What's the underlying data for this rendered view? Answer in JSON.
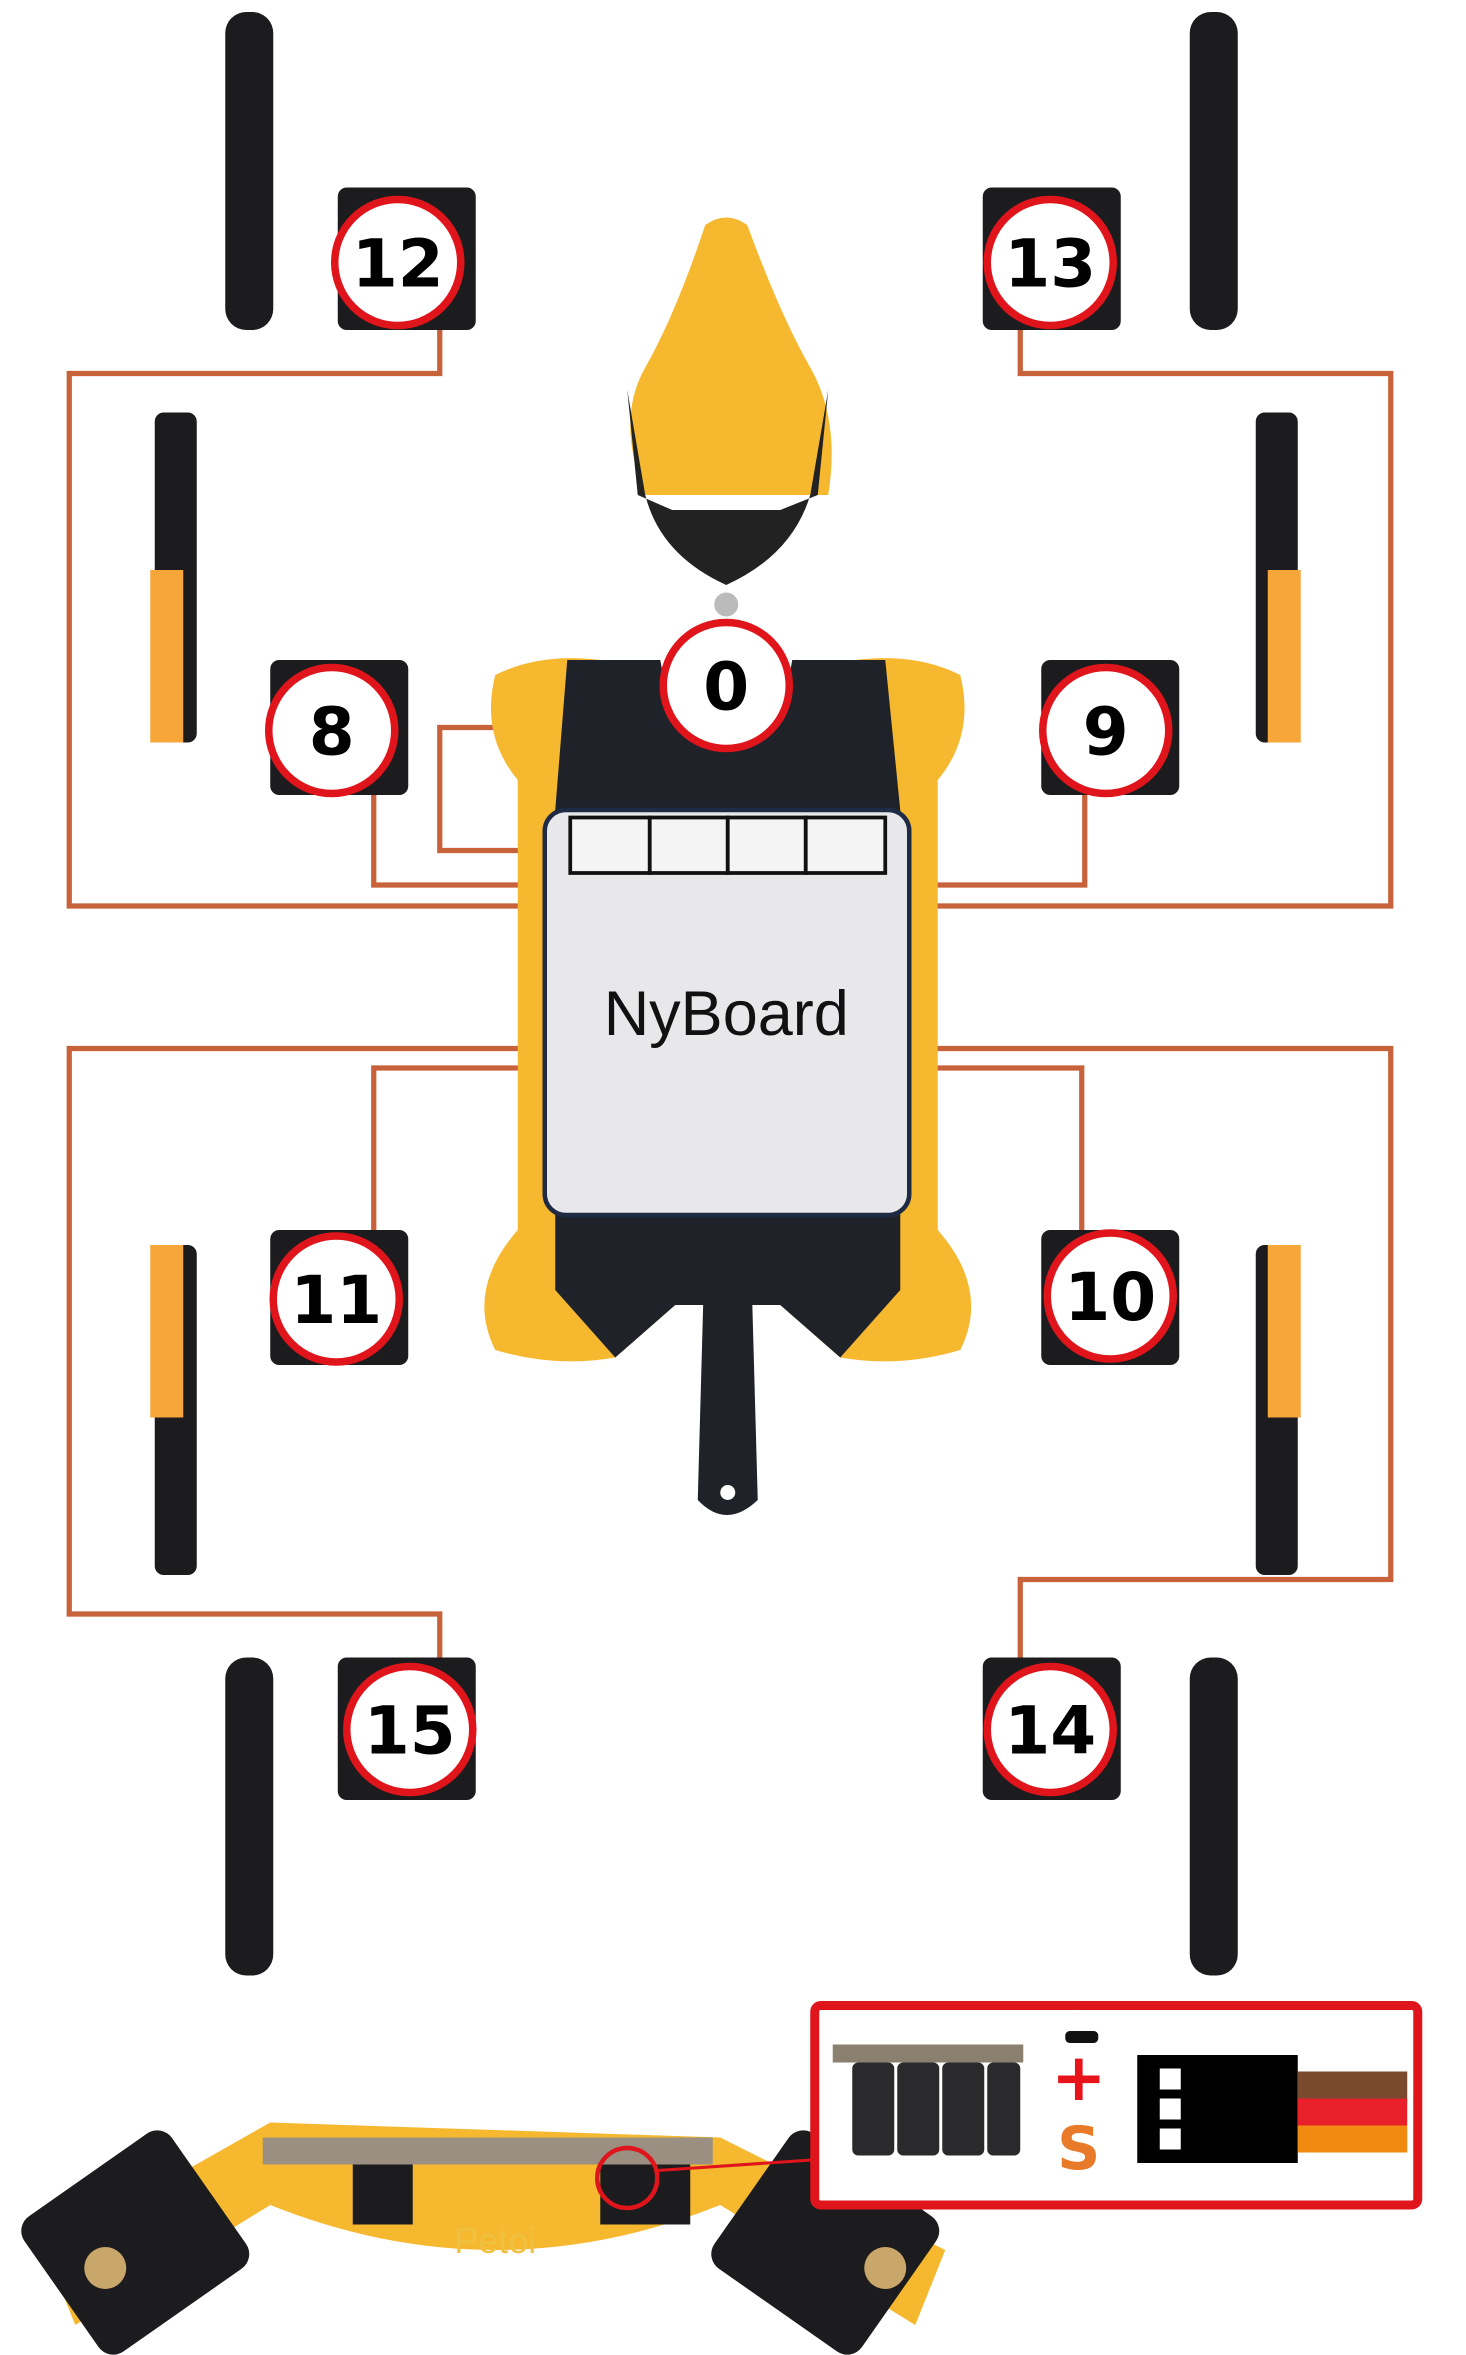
{
  "board": {
    "label": "NyBoard"
  },
  "servos": [
    {
      "id": "0",
      "label": "0"
    },
    {
      "id": "8",
      "label": "8"
    },
    {
      "id": "9",
      "label": "9"
    },
    {
      "id": "10",
      "label": "10"
    },
    {
      "id": "11",
      "label": "11"
    },
    {
      "id": "12",
      "label": "12"
    },
    {
      "id": "13",
      "label": "13"
    },
    {
      "id": "14",
      "label": "14"
    },
    {
      "id": "15",
      "label": "15"
    }
  ],
  "legend": {
    "minus": "-",
    "plus": "+",
    "signal": "S"
  },
  "photo": {
    "logo_text": "Petoi"
  },
  "colors": {
    "wire": "#c8623a",
    "label_ring": "#e0141b",
    "body": "#f5b82e",
    "servo": "#1c1c1e",
    "wire_brown": "#7a4a2e",
    "wire_red": "#e8202a",
    "wire_orange": "#f08a10"
  }
}
